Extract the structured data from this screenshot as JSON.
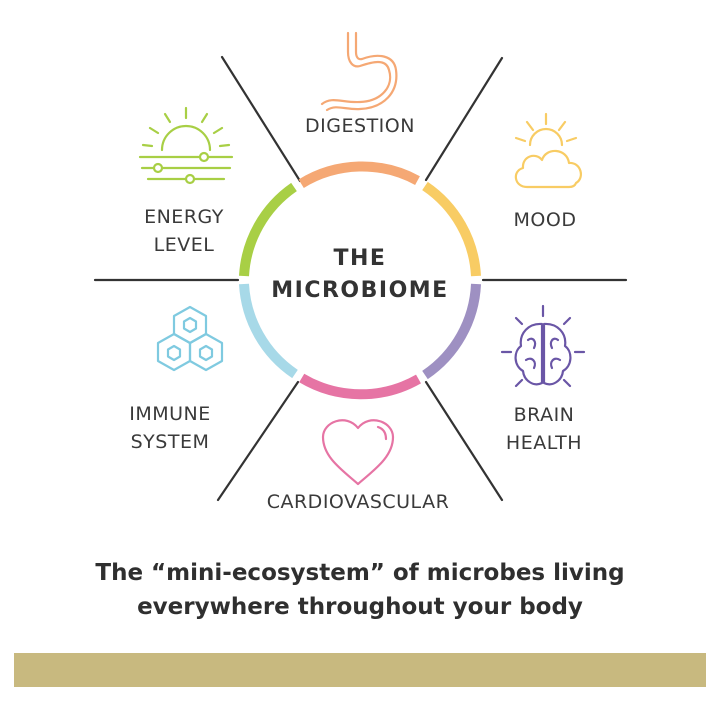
{
  "center": {
    "line1": "THE",
    "line2": "MICROBIOME"
  },
  "categories": {
    "digestion": {
      "label": "DIGESTION",
      "color": "#f5a874",
      "icon": "stomach-icon"
    },
    "mood": {
      "label": "MOOD",
      "color": "#f8cc64",
      "icon": "sun-cloud-icon"
    },
    "brain_health": {
      "line1": "BRAIN",
      "line2": "HEALTH",
      "color": "#9e90c2",
      "icon": "brain-icon"
    },
    "cardiovascular": {
      "label": "CARDIOVASCULAR",
      "color": "#e674a4",
      "icon": "heart-icon"
    },
    "immune_system": {
      "line1": "IMMUNE",
      "line2": "SYSTEM",
      "color": "#a7d9e8",
      "icon": "hexagon-molecule-icon"
    },
    "energy_level": {
      "line1": "ENERGY",
      "line2": "LEVEL",
      "color": "#a8cf45",
      "icon": "sunrise-sliders-icon"
    }
  },
  "caption": {
    "line1": "The “mini-ecosystem” of microbes living",
    "line2": "everywhere throughout your body"
  },
  "colors": {
    "divider": "#333333",
    "band": "#c8b97f"
  }
}
